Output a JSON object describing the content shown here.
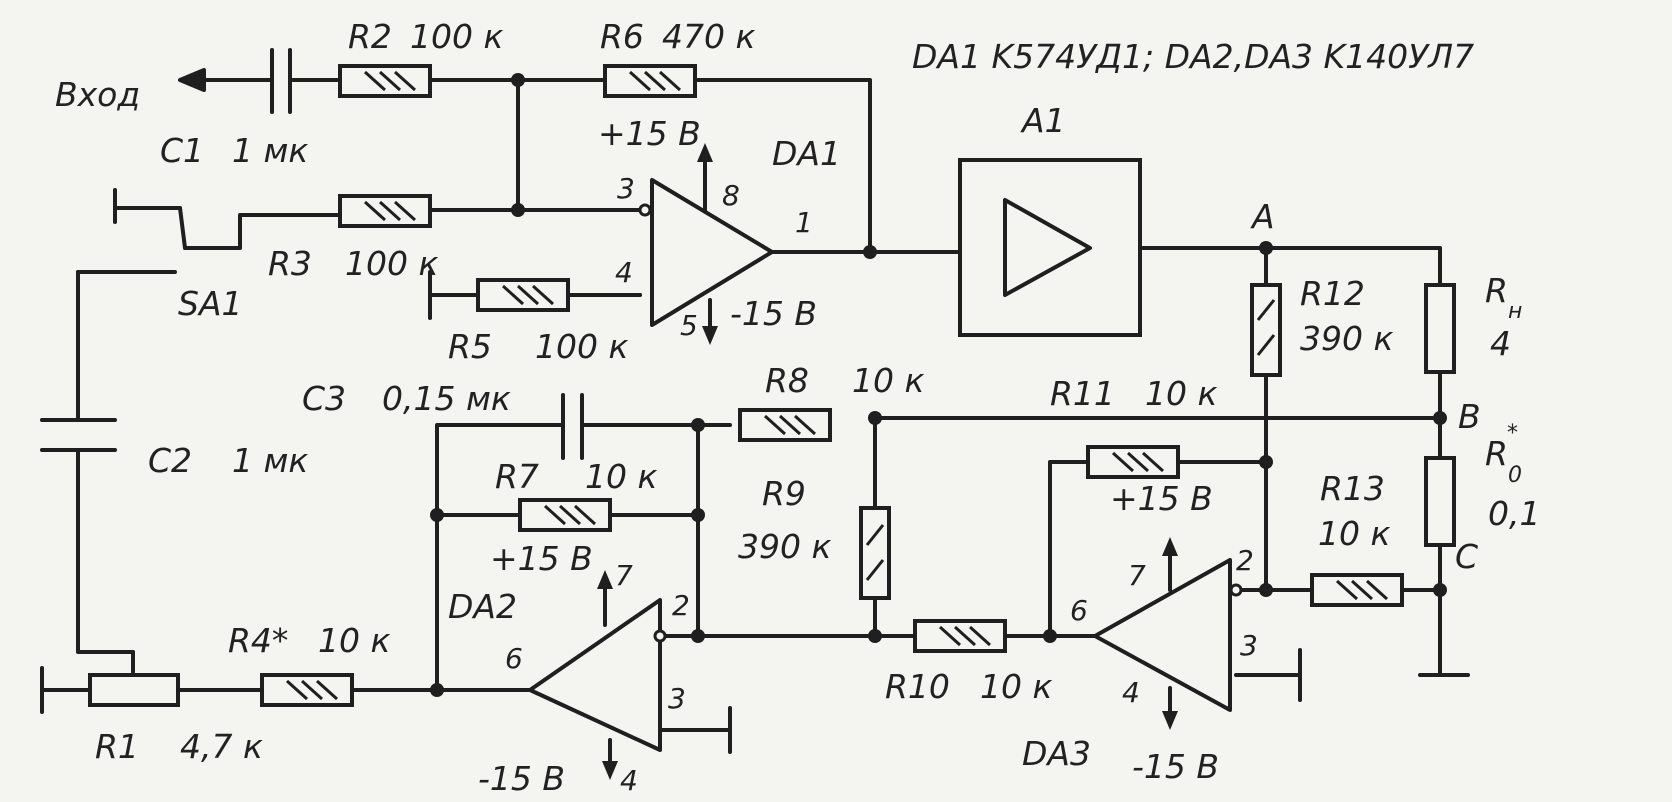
{
  "header": {
    "ic_list": "DA1 K574УД1; DA2,DA3 K140УЛ7"
  },
  "input": {
    "label": "Вход"
  },
  "switch": {
    "label": "SA1"
  },
  "capacitors": {
    "C1": {
      "name": "C1",
      "value": "1 мк"
    },
    "C2": {
      "name": "C2",
      "value": "1 мк"
    },
    "C3": {
      "name": "C3",
      "value": "0,15 мк"
    }
  },
  "resistors": {
    "R1": {
      "name": "R1",
      "value": "4,7 к"
    },
    "R2": {
      "name": "R2",
      "value": "100 к"
    },
    "R3": {
      "name": "R3",
      "value": "100 к"
    },
    "R4": {
      "name": "R4*",
      "value": "10 к"
    },
    "R5": {
      "name": "R5",
      "value": "100 к"
    },
    "R6": {
      "name": "R6",
      "value": "470 к"
    },
    "R7": {
      "name": "R7",
      "value": "10 к"
    },
    "R8": {
      "name": "R8",
      "value": "10 к"
    },
    "R9": {
      "name": "R9",
      "value": "390 к"
    },
    "R10": {
      "name": "R10",
      "value": "10 к"
    },
    "R11": {
      "name": "R11",
      "value": "10 к"
    },
    "R12": {
      "name": "R12",
      "value": "390 к"
    },
    "R13": {
      "name": "R13",
      "value": "10 к"
    },
    "Rn": {
      "name": "R",
      "sub": "н",
      "value": "4"
    },
    "R0": {
      "name": "R",
      "sub": "0",
      "sup": "*",
      "value": "0,1"
    }
  },
  "opamps": {
    "DA1": {
      "name": "DA1",
      "vplus": "+15 В",
      "vminus": "-15 В",
      "pins": {
        "in_plus": "3",
        "in_minus": "4",
        "out": "1",
        "top": "8",
        "bottom": "5"
      }
    },
    "DA2": {
      "name": "DA2",
      "vplus": "+15 В",
      "vminus": "-15 В",
      "pins": {
        "in": "6",
        "out": "2",
        "top": "7",
        "aux": "3",
        "bottom": "4"
      }
    },
    "DA3": {
      "name": "DA3",
      "vplus": "+15 В",
      "vminus": "-15 В",
      "pins": {
        "in": "6",
        "out": "2",
        "top": "7",
        "aux": "3",
        "bottom": "4"
      }
    }
  },
  "amplifier": {
    "name": "A1"
  },
  "nodes": {
    "A": "A",
    "B": "B",
    "C": "C"
  }
}
